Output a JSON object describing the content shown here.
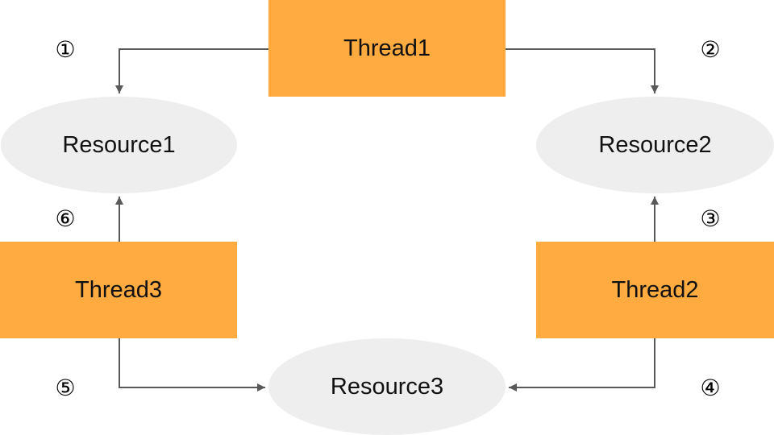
{
  "diagram": {
    "threads": {
      "t1": "Thread1",
      "t2": "Thread2",
      "t3": "Thread3"
    },
    "resources": {
      "r1": "Resource1",
      "r2": "Resource2",
      "r3": "Resource3"
    },
    "steps": {
      "s1": "①",
      "s2": "②",
      "s3": "③",
      "s4": "④",
      "s5": "⑤",
      "s6": "⑥"
    },
    "colors": {
      "thread_fill": "#ffab40",
      "resource_fill": "#eeeeee",
      "arrow": "#595959"
    },
    "edges": [
      {
        "from": "Thread1",
        "to": "Resource1",
        "step": "①"
      },
      {
        "from": "Thread1",
        "to": "Resource2",
        "step": "②"
      },
      {
        "from": "Thread2",
        "to": "Resource2",
        "step": "③"
      },
      {
        "from": "Thread2",
        "to": "Resource3",
        "step": "④"
      },
      {
        "from": "Thread3",
        "to": "Resource3",
        "step": "⑤"
      },
      {
        "from": "Thread3",
        "to": "Resource1",
        "step": "⑥"
      }
    ]
  }
}
